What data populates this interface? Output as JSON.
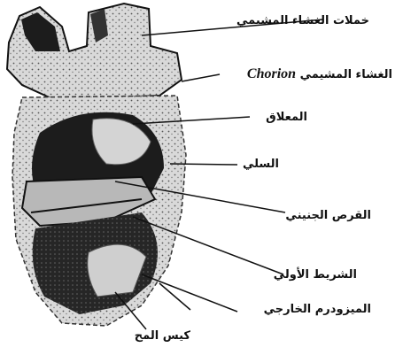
{
  "labels": {
    "chorionic_villi": "خملات الغشاء المشيمي",
    "chorion": "الغشاء المشيمي",
    "chorion_latin": "Chorion",
    "connecting_stalk": "المعلاق",
    "allantois": "السلي",
    "embryonic_disc": "القرص الجنيني",
    "primitive_streak": "الشريط الأولي",
    "extraembryonic_mesoderm": "الميزودرم الخارجي",
    "yolk_sac": "كيس المح"
  },
  "colors": {
    "ink": "#111111",
    "tissue": "#9a9a9a",
    "dark": "#1c1c1c",
    "paper": "#ffffff"
  }
}
